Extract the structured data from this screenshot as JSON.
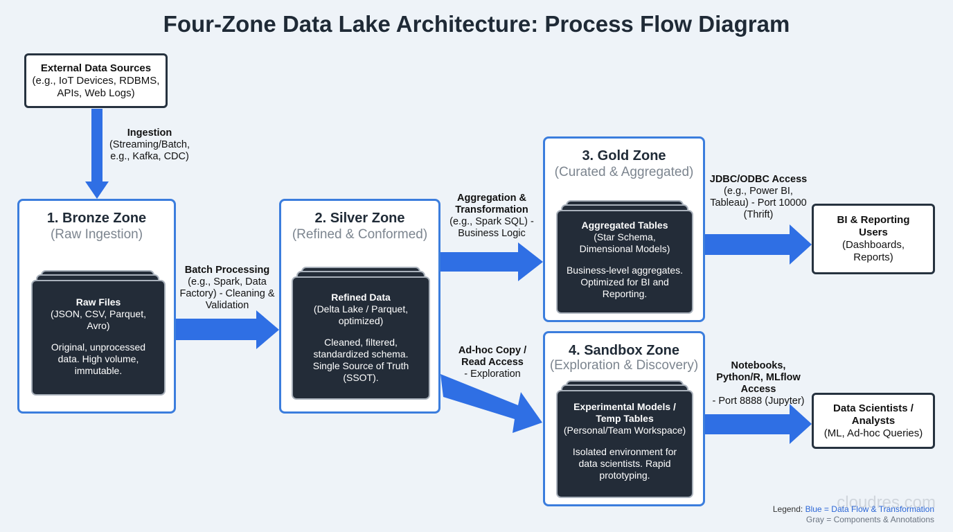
{
  "title": "Four-Zone Data Lake Architecture: Process Flow Diagram",
  "source": {
    "title": "External Data Sources",
    "detail": "(e.g., IoT Devices, RDBMS, APIs, Web Logs)"
  },
  "flows": {
    "ingestion": {
      "title": "Ingestion",
      "detail": "(Streaming/Batch, e.g., Kafka, CDC)"
    },
    "batch": {
      "title": "Batch Processing",
      "detail": "(e.g., Spark, Data Factory) - Cleaning & Validation"
    },
    "aggregation": {
      "title": "Aggregation & Transformation",
      "detail": "(e.g., Spark SQL) - Business Logic"
    },
    "adhoc": {
      "title": "Ad-hoc Copy / Read Access",
      "detail": "- Exploration"
    },
    "jdbc": {
      "title": "JDBC/ODBC Access",
      "detail": "(e.g., Power BI, Tableau) - Port 10000 (Thrift)"
    },
    "notebooks": {
      "title": "Notebooks, Python/R, MLflow Access",
      "detail": "- Port 8888 (Jupyter)"
    }
  },
  "zones": {
    "bronze": {
      "title": "1. Bronze Zone",
      "subtitle": "(Raw Ingestion)",
      "card_title": "Raw Files",
      "card_sub": "(JSON, CSV, Parquet, Avro)",
      "card_desc": "Original, unprocessed data. High volume, immutable."
    },
    "silver": {
      "title": "2. Silver Zone",
      "subtitle": "(Refined & Conformed)",
      "card_title": "Refined Data",
      "card_sub": "(Delta Lake / Parquet, optimized)",
      "card_desc": "Cleaned, filtered, standardized schema. Single Source of Truth (SSOT)."
    },
    "gold": {
      "title": "3. Gold Zone",
      "subtitle": "(Curated & Aggregated)",
      "card_title": "Aggregated Tables",
      "card_sub": "(Star Schema, Dimensional Models)",
      "card_desc": "Business-level aggregates. Optimized for BI and Reporting."
    },
    "sandbox": {
      "title": "4. Sandbox Zone",
      "subtitle": "(Exploration & Discovery)",
      "card_title": "Experimental Models / Temp Tables",
      "card_sub": "(Personal/Team Workspace)",
      "card_desc": "Isolated environment for data scientists. Rapid prototyping."
    }
  },
  "users": {
    "bi": {
      "title": "BI & Reporting Users",
      "detail": "(Dashboards, Reports)"
    },
    "ds": {
      "title": "Data Scientists / Analysts",
      "detail": "(ML, Ad-hoc Queries)"
    }
  },
  "legend": {
    "prefix": "Legend: ",
    "blue": "Blue = Data Flow & Transformation",
    "gray": "Gray = Components & Annotations"
  },
  "watermark": "cloudres.com",
  "colors": {
    "flow": "#2f6fe4",
    "zone_border": "#3b7ddd",
    "card": "#232c38"
  }
}
